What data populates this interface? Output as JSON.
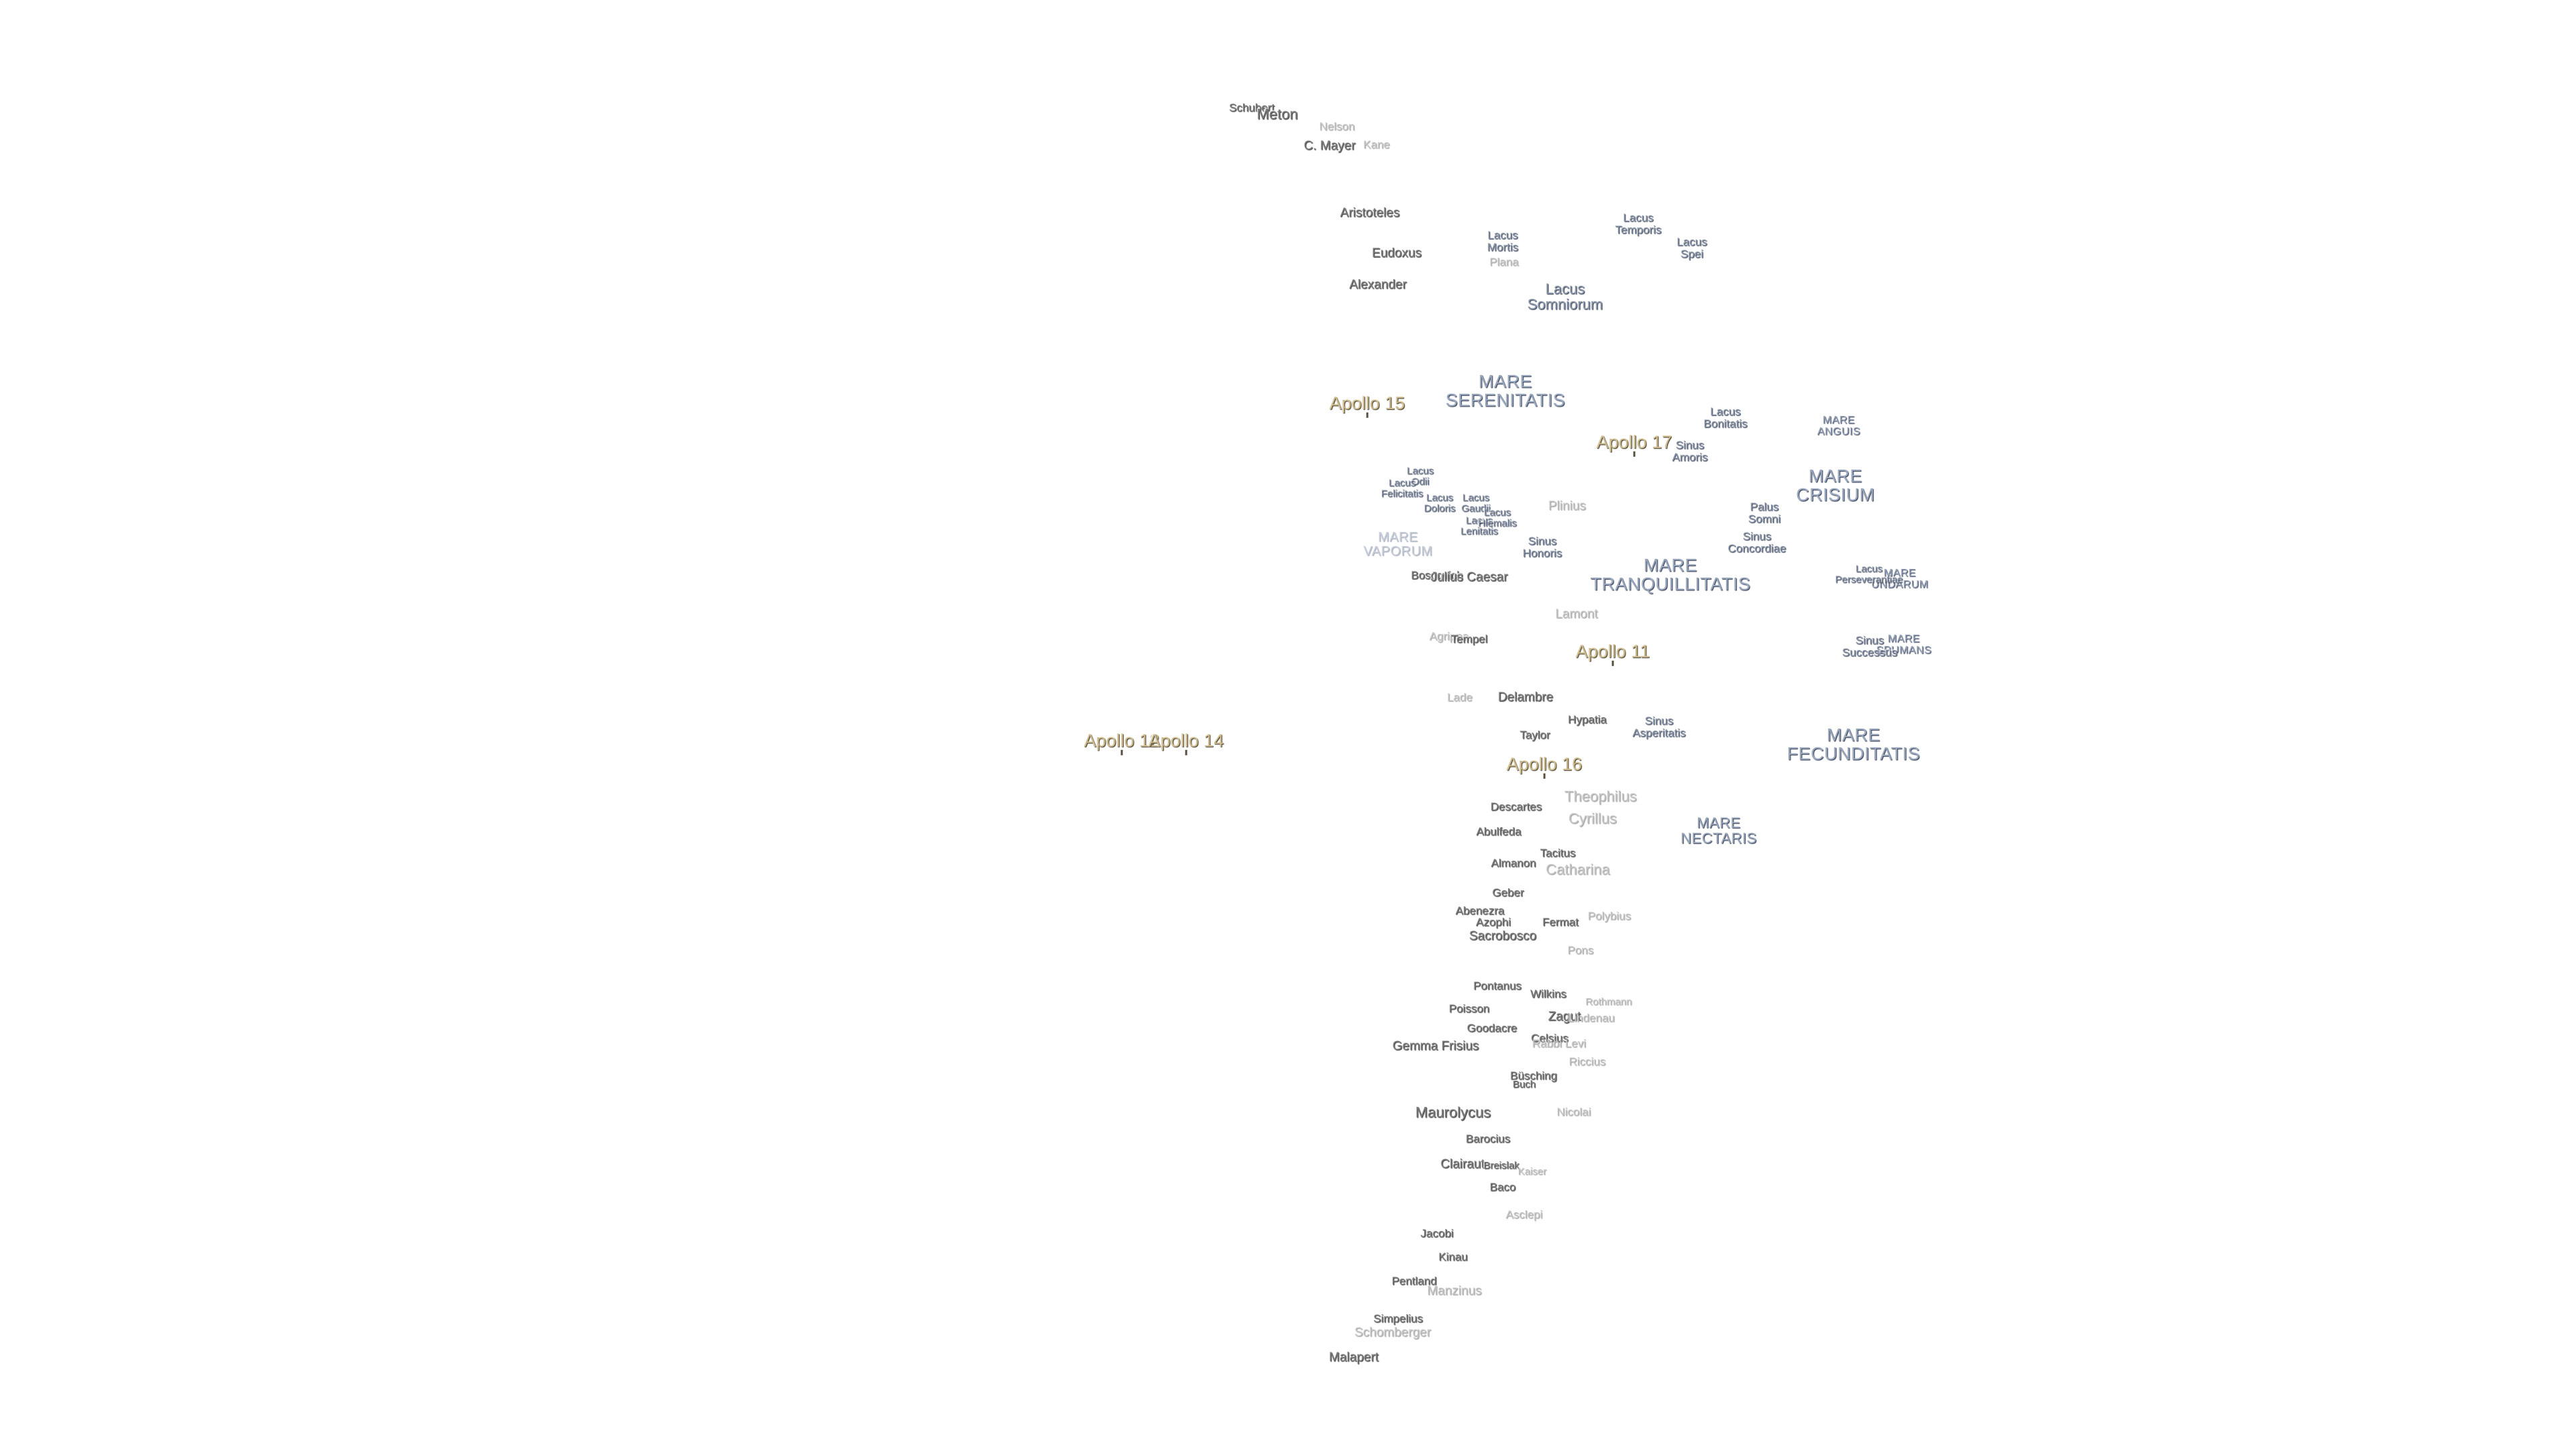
{
  "map": {
    "colors": {
      "background": "#ffffff",
      "crater_label": "#7d7d7d",
      "mare_label": "#9aa8c0",
      "apollo_label": "#cdbd90"
    },
    "apollo_sites": [
      {
        "name": "Apollo 15"
      },
      {
        "name": "Apollo 17"
      },
      {
        "name": "Apollo 11"
      },
      {
        "name": "Apollo 12"
      },
      {
        "name": "Apollo 14"
      },
      {
        "name": "Apollo 16"
      }
    ],
    "maria": [
      {
        "name": "MARE\nSERENITATIS"
      },
      {
        "name": "MARE\nTRANQUILLITATIS"
      },
      {
        "name": "MARE\nCRISIUM"
      },
      {
        "name": "MARE\nFECUNDITATIS"
      },
      {
        "name": "MARE\nNECTARIS"
      },
      {
        "name": "MARE\nANGUIS"
      },
      {
        "name": "MARE\nVAPORUM"
      },
      {
        "name": "MARE\nUNDARUM"
      },
      {
        "name": "MARE\nSPUMANS"
      }
    ],
    "lakes_bays": [
      {
        "name": "Lacus\nSomniorum"
      },
      {
        "name": "Lacus\nMortis"
      },
      {
        "name": "Lacus\nTemporis"
      },
      {
        "name": "Lacus\nSpei"
      },
      {
        "name": "Lacus\nBonitatis"
      },
      {
        "name": "Sinus\nAmoris"
      },
      {
        "name": "Palus\nSomni"
      },
      {
        "name": "Sinus\nConcordiae"
      },
      {
        "name": "Sinus\nHonoris"
      },
      {
        "name": "Sinus\nAsperitatis"
      },
      {
        "name": "Sinus\nSuccessus"
      },
      {
        "name": "Lacus\nOdii"
      },
      {
        "name": "Lacus\nFelicitatis"
      },
      {
        "name": "Lacus\nDoloris"
      },
      {
        "name": "Lacus\nGaudii"
      },
      {
        "name": "Lacus\nLenitatis"
      },
      {
        "name": "Lacus\nHiemalis"
      },
      {
        "name": "Lacus\nPerseverantiae"
      }
    ],
    "craters": [
      {
        "name": "Schubert"
      },
      {
        "name": "Meton"
      },
      {
        "name": "Nelson"
      },
      {
        "name": "C. Mayer"
      },
      {
        "name": "Kane"
      },
      {
        "name": "Aristoteles"
      },
      {
        "name": "Eudoxus"
      },
      {
        "name": "Plana"
      },
      {
        "name": "Alexander"
      },
      {
        "name": "Plinius"
      },
      {
        "name": "Boscovich"
      },
      {
        "name": "Julius Caesar"
      },
      {
        "name": "Lamont"
      },
      {
        "name": "Agrippa"
      },
      {
        "name": "Tempel"
      },
      {
        "name": "Lade"
      },
      {
        "name": "Delambre"
      },
      {
        "name": "Hypatia"
      },
      {
        "name": "Taylor"
      },
      {
        "name": "Theophilus"
      },
      {
        "name": "Cyrillus"
      },
      {
        "name": "Descartes"
      },
      {
        "name": "Abulfeda"
      },
      {
        "name": "Tacitus"
      },
      {
        "name": "Almanon"
      },
      {
        "name": "Catharina"
      },
      {
        "name": "Geber"
      },
      {
        "name": "Abenezra"
      },
      {
        "name": "Azophi"
      },
      {
        "name": "Fermat"
      },
      {
        "name": "Polybius"
      },
      {
        "name": "Sacrobosco"
      },
      {
        "name": "Pons"
      },
      {
        "name": "Pontanus"
      },
      {
        "name": "Wilkins"
      },
      {
        "name": "Poisson"
      },
      {
        "name": "Zagut"
      },
      {
        "name": "Rabbi Levi"
      },
      {
        "name": "Goodacre"
      },
      {
        "name": "Celsius"
      },
      {
        "name": "Gemma Frisius"
      },
      {
        "name": "Riccius"
      },
      {
        "name": "Büsching"
      },
      {
        "name": "Buch"
      },
      {
        "name": "Maurolycus"
      },
      {
        "name": "Nicolai"
      },
      {
        "name": "Barocius"
      },
      {
        "name": "Clairaut"
      },
      {
        "name": "Breislak"
      },
      {
        "name": "Baco"
      },
      {
        "name": "Asclepi"
      },
      {
        "name": "Jacobi"
      },
      {
        "name": "Kinau"
      },
      {
        "name": "Pentland"
      },
      {
        "name": "Manzinus"
      },
      {
        "name": "Simpelius"
      },
      {
        "name": "Schomberger"
      },
      {
        "name": "Malapert"
      },
      {
        "name": "Lindenau"
      },
      {
        "name": "Rothmann"
      },
      {
        "name": "Kaiser"
      }
    ]
  }
}
